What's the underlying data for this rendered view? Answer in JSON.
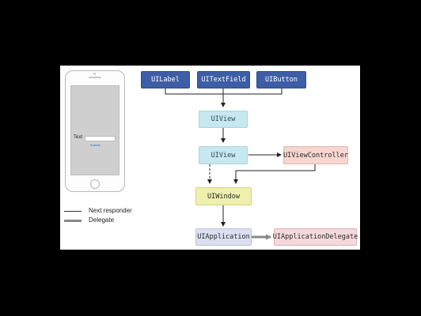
{
  "phone": {
    "text_label": "Text",
    "submit_label": "Submit"
  },
  "legend": {
    "next_responder": "Next responder",
    "delegate": "Delegate"
  },
  "nodes": {
    "uilabel": "UILabel",
    "uitextfield": "UITextField",
    "uibutton": "UIButton",
    "uiview_top": "UIView",
    "uiview_bottom": "UIView",
    "uiviewcontroller": "UIViewController",
    "uiwindow": "UIWindow",
    "uiapplication": "UIApplication",
    "uiapplicationdelegate": "UIApplicationDelegate"
  },
  "colors": {
    "view_blue": "#3d5ea6",
    "view_cyan": "#c6e8ef",
    "controller_pink": "#f7d6cf",
    "window_yellow": "#eef0ac",
    "application_lavender": "#dcdff0",
    "delegate_rose": "#f4d9dc"
  }
}
